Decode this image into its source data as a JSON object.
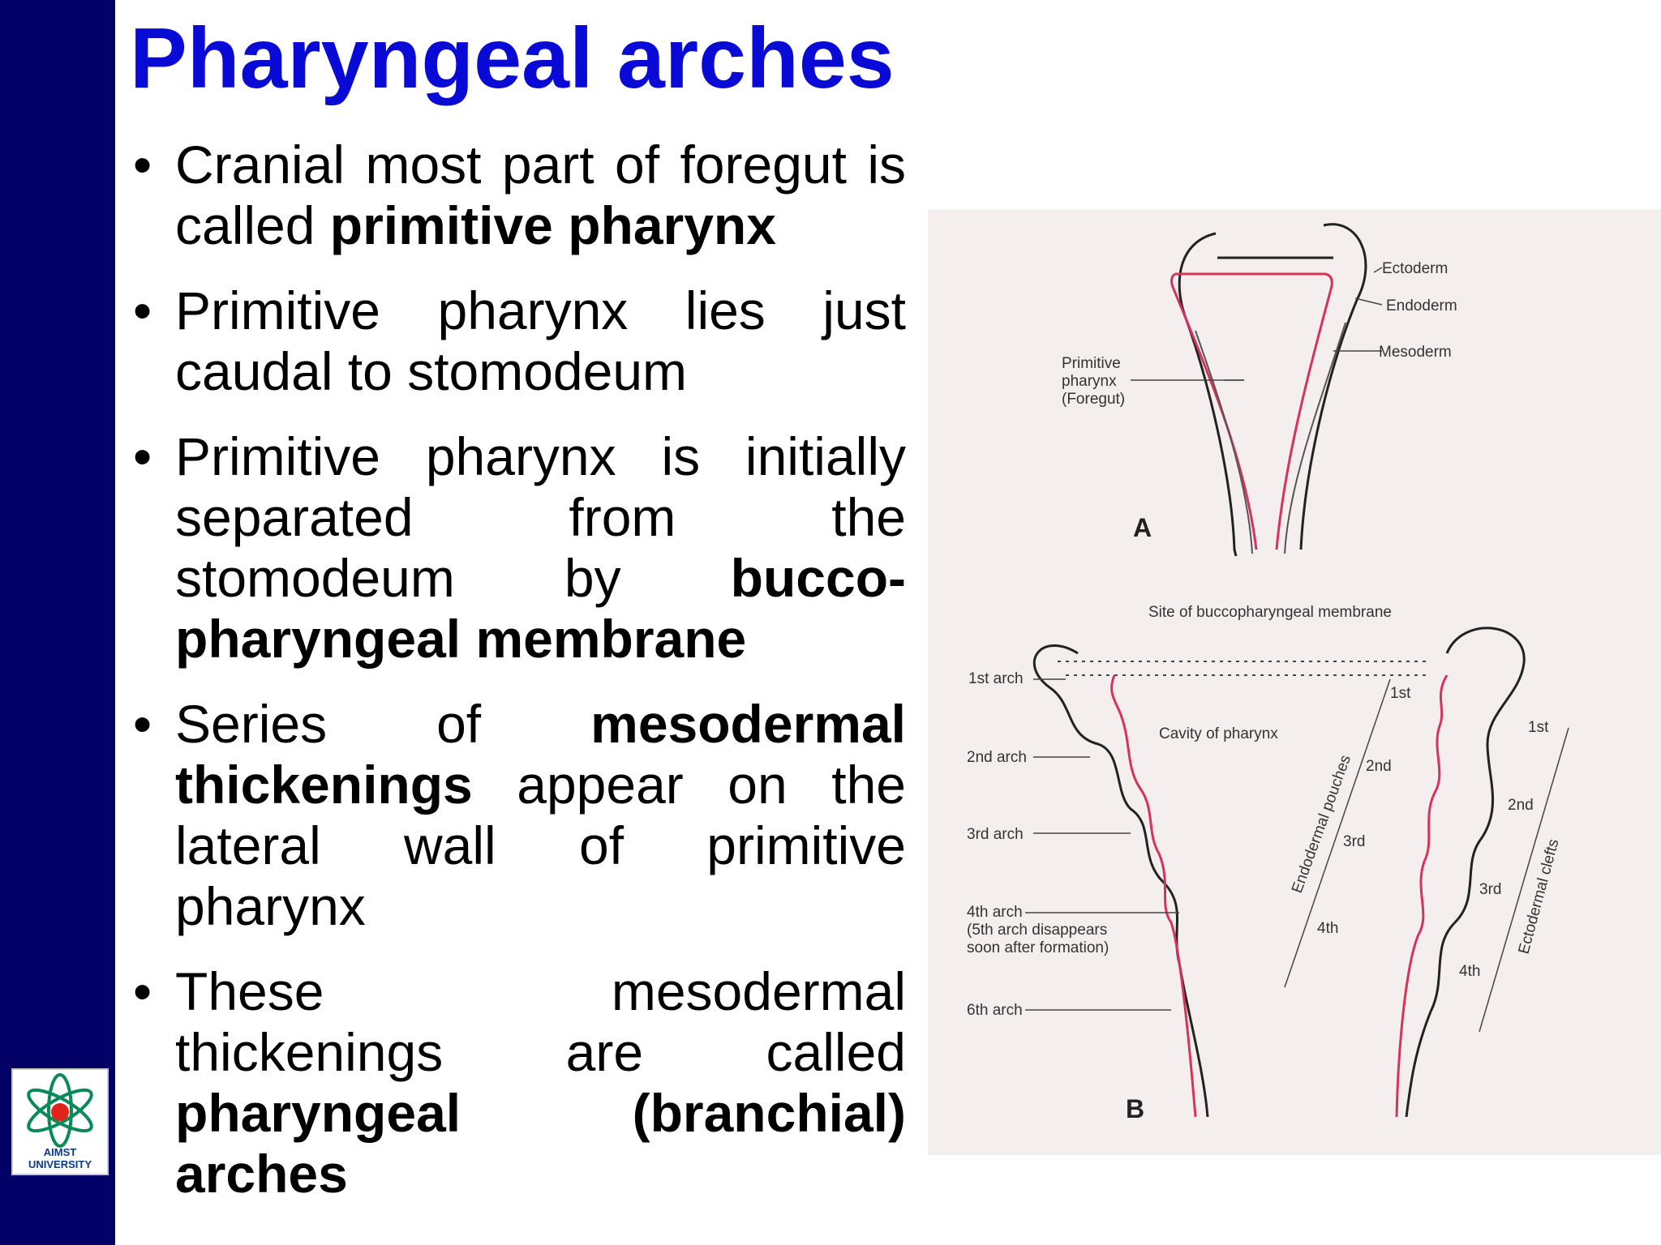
{
  "slide": {
    "title": "Pharyngeal arches",
    "logo_text": [
      "AIMST",
      "UNIVERSITY"
    ],
    "bullets": [
      {
        "segments": [
          {
            "text": "Cranial most part of foregut is called ",
            "bold": false
          },
          {
            "text": "primitive pharynx",
            "bold": true
          }
        ]
      },
      {
        "segments": [
          {
            "text": "Primitive pharynx lies just caudal to stomodeum",
            "bold": false
          }
        ]
      },
      {
        "segments": [
          {
            "text": "Primitive pharynx is initially separated from the stomodeum by ",
            "bold": false
          },
          {
            "text": "bucco-pharyngeal membrane",
            "bold": true
          }
        ]
      },
      {
        "segments": [
          {
            "text": "Series of ",
            "bold": false
          },
          {
            "text": "mesodermal thickenings",
            "bold": true
          },
          {
            "text": " appear on the lateral wall of primitive pharynx",
            "bold": false
          }
        ]
      },
      {
        "segments": [
          {
            "text": "These mesodermal thickenings are called ",
            "bold": false
          },
          {
            "text": "pharyngeal (branchial) arches",
            "bold": true
          }
        ]
      }
    ]
  },
  "figure": {
    "panel_a": {
      "letter": "A",
      "labels": {
        "ectoderm": "Ectoderm",
        "endoderm": "Endoderm",
        "mesoderm": "Mesoderm",
        "primitive_1": "Primitive",
        "primitive_2": "pharynx",
        "primitive_3": "(Foregut)"
      }
    },
    "panel_b": {
      "letter": "B",
      "labels": {
        "site": "Site of buccopharyngeal membrane",
        "cavity": "Cavity of pharynx",
        "arch1": "1st arch",
        "arch2": "2nd arch",
        "arch3": "3rd arch",
        "arch4": "4th arch",
        "arch4_note1": "(5th arch disappears",
        "arch4_note2": "soon after formation)",
        "arch6": "6th arch",
        "pouches": "Endodermal pouches",
        "clefts": "Ectodermal clefts",
        "p1": "1st",
        "p2": "2nd",
        "p3": "3rd",
        "p4": "4th",
        "c1": "1st",
        "c2": "2nd",
        "c3": "3rd",
        "c4": "4th"
      }
    },
    "colors": {
      "endoderm_line": "#d4345a",
      "outline": "#222222",
      "background": "#f5eeee"
    }
  }
}
